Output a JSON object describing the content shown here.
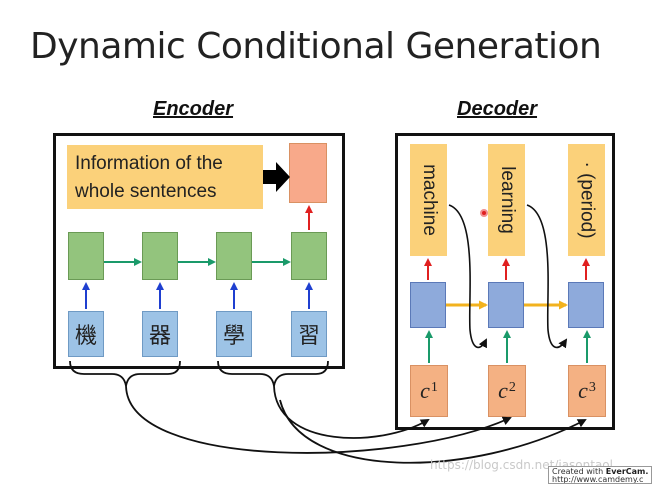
{
  "title": "Dynamic Conditional Generation",
  "encoder": {
    "label": "Encoder",
    "info_text_line1": "Information of the",
    "info_text_line2": "whole sentences",
    "chars": [
      "機",
      "器",
      "學",
      "習"
    ]
  },
  "decoder": {
    "label": "Decoder",
    "words": [
      "machine",
      "learning",
      "· (period)"
    ],
    "contexts": [
      {
        "base": "c",
        "sup": "1"
      },
      {
        "base": "c",
        "sup": "2"
      },
      {
        "base": "c",
        "sup": "3"
      }
    ]
  },
  "watermark": "https://blog.csdn.net/jasontaol",
  "evercam": {
    "line1_prefix": "Created with",
    "line1_brand": "EverCam.",
    "line2": "http://www.camdemy.c"
  },
  "colors": {
    "green_arrow": "#1a9a6a",
    "blue_arrow": "#1f3fd0",
    "red_arrow": "#e02020",
    "yellow_arrow": "#f2b21e"
  }
}
